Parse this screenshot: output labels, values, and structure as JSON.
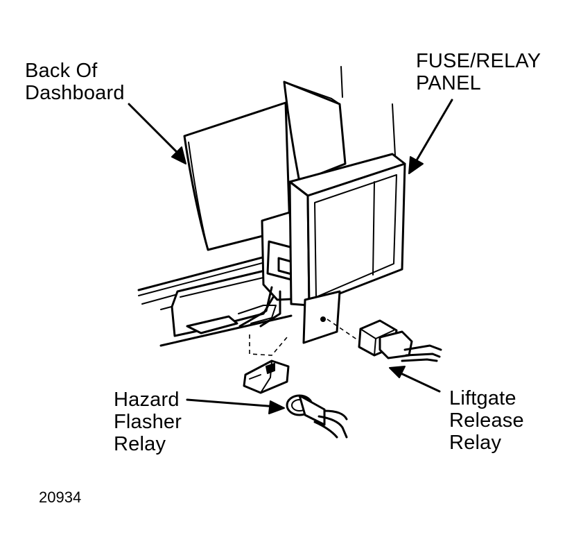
{
  "labels": {
    "back_of_dashboard": [
      "Back Of",
      "Dashboard"
    ],
    "fuse_relay_panel": [
      "FUSE/RELAY",
      "PANEL"
    ],
    "hazard_flasher_relay": [
      "Hazard",
      "Flasher",
      "Relay"
    ],
    "liftgate_release_relay": [
      "Liftgate",
      "Release",
      "Relay"
    ]
  },
  "figure_number": "20934",
  "colors": {
    "ink": "#000000",
    "paper": "#ffffff"
  }
}
